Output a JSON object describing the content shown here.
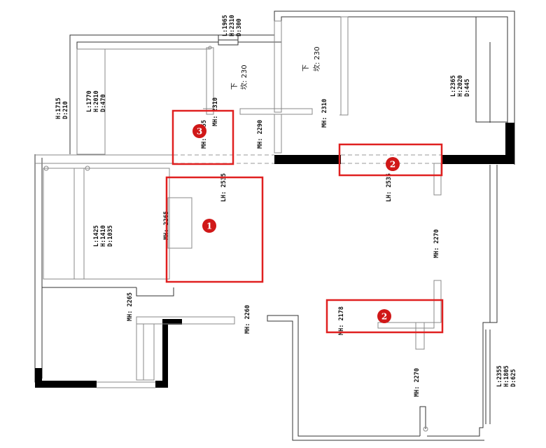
{
  "plan": {
    "dims": {
      "win_top": [
        "L:1965",
        "H:2310",
        "D:300"
      ],
      "win_left": [
        "H:1715",
        "D:210"
      ],
      "wardrobe": [
        "L:1770",
        "H:2010",
        "D:470"
      ],
      "bed": [
        "L:1425",
        "H:1410",
        "D:1035"
      ],
      "win_right_top": [
        "L:2365",
        "H:2020",
        "D:445"
      ],
      "win_right_bot": [
        "L:2355",
        "H:1805",
        "D:625"
      ]
    },
    "heights": {
      "mh_2310_a": "MH: 2310",
      "mh_2310_b": "MH: 2310",
      "mh_2355": "MH: 2355",
      "mh_2290": "MH: 2290",
      "lh_2535_a": "LH: 2535",
      "lh_2535_b": "LH: 2535",
      "mh_2265_a": "MH: 2265",
      "mh_2265_b": "MH: 2265",
      "mh_2260": "MH: 2260",
      "mh_2270_a": "MH: 2270",
      "mh_2270_b": "MH: 2270",
      "mh_2178": "MH: 2178"
    },
    "chinese": {
      "down_a": "下",
      "down_b": "下",
      "kan_a": "坎: 230",
      "kan_b": "坎: 230"
    },
    "badges": {
      "b1": "1",
      "b2a": "2",
      "b2b": "2",
      "b3": "3"
    },
    "accent": "#e02020"
  }
}
